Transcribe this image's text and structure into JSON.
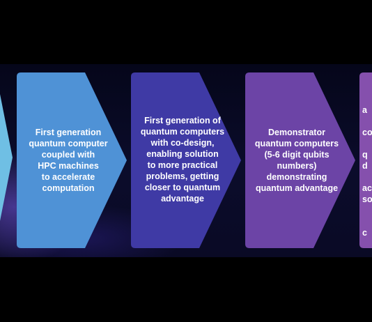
{
  "diagram": {
    "steps": [
      {
        "id": "prev-cut",
        "text": "",
        "color": "#6fbfe4"
      },
      {
        "id": "step-1",
        "text": "First generation\nquantum computer\ncoupled with\nHPC machines\nto accelerate\ncomputation",
        "color": "#4f92d6"
      },
      {
        "id": "step-2",
        "text": "First generation of\nquantum computers\nwith co-design,\nenabling solution\nto more practical\nproblems, getting\ncloser to quantum\nadvantage",
        "color": "#3f3aa5"
      },
      {
        "id": "step-3",
        "text": "Demonstrator\nquantum computers\n(5-6 digit qubits\nnumbers)\ndemonstrating\nquantum advantage",
        "color": "#6c44a6"
      },
      {
        "id": "step-4-cut",
        "text": "a\n\nco\n\nq\nd\n\nac\nso\n\n\nc",
        "color": "#8550ad"
      }
    ]
  }
}
